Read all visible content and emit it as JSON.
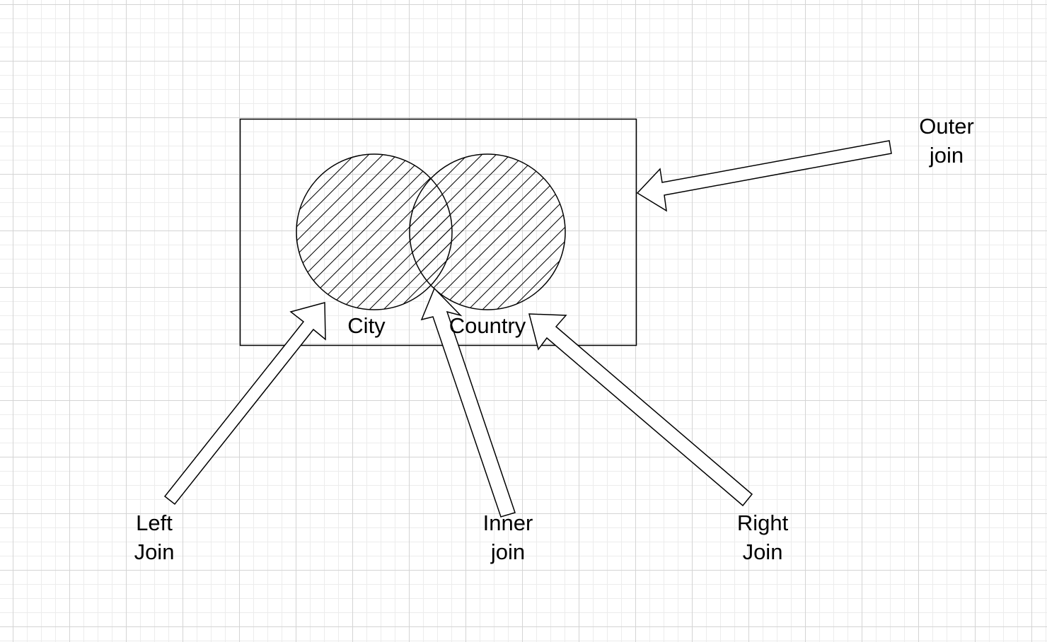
{
  "labels": {
    "set_a": "City",
    "set_b": "Country",
    "outer_join_line1": "Outer",
    "outer_join_line2": "join",
    "left_join_line1": "Left",
    "left_join_line2": "Join",
    "inner_join_line1": "Inner",
    "inner_join_line2": "join",
    "right_join_line1": "Right",
    "right_join_line2": "Join"
  },
  "colors": {
    "stroke": "#000000",
    "arrow_fill": "#ffffff",
    "grid_major": "#d4d4d4",
    "grid_minor": "#ececec"
  }
}
